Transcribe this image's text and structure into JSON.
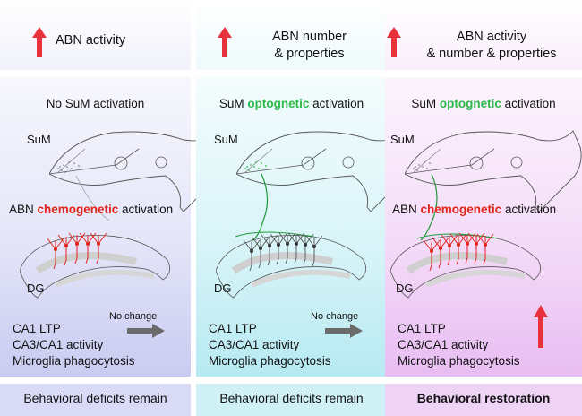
{
  "panels": [
    {
      "header": [
        "ABN activity"
      ],
      "condition_plain": "No SuM activation",
      "condition_pre": "",
      "condition_colored": "",
      "condition_post": "",
      "sum_label": "SuM",
      "dg_label": "DG",
      "chemo_pre": "ABN ",
      "chemo_colored": "chemogenetic",
      "chemo_post": " activation",
      "results": [
        "CA1 LTP",
        "CA3/CA1 activity",
        "Microglia phagocytosis"
      ],
      "indicator": "No change",
      "footer": "Behavioral deficits remain"
    },
    {
      "header": [
        "ABN number",
        "& properties"
      ],
      "condition_plain": "",
      "condition_pre": "SuM ",
      "condition_colored": "optognetic",
      "condition_post": " activation",
      "sum_label": "SuM",
      "dg_label": "DG",
      "results": [
        "CA1 LTP",
        "CA3/CA1 activity",
        "Microglia phagocytosis"
      ],
      "indicator": "No change",
      "footer": "Behavioral deficits remain"
    },
    {
      "header": [
        "ABN activity",
        "& number & properties"
      ],
      "condition_pre": "SuM ",
      "condition_colored": "optognetic",
      "condition_post": " activation",
      "sum_label": "SuM",
      "dg_label": "DG",
      "chemo_pre": "ABN ",
      "chemo_colored": "chemogenetic",
      "chemo_post": " activation",
      "results": [
        "CA1 LTP",
        "CA3/CA1 activity",
        "Microglia phagocytosis"
      ],
      "indicator": "increase-arrow",
      "footer": "Behavioral restoration"
    }
  ],
  "colors": {
    "up_arrow": "#e8323b",
    "optogenetic_green": "#2db84a",
    "chemogenetic_red": "#e2231a",
    "gray_arrow": "#6b6b6b"
  },
  "icons": [
    "up-arrow-icon",
    "right-arrow-icon"
  ]
}
